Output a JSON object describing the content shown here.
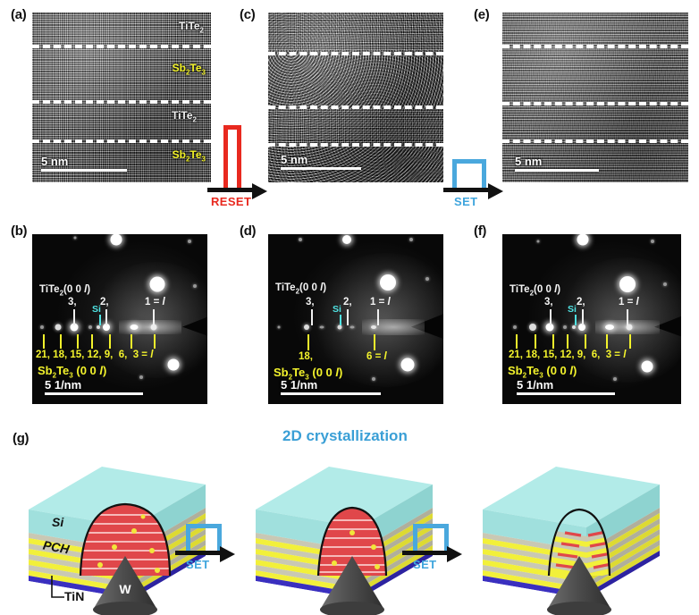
{
  "figure": {
    "panels": [
      "(a)",
      "(b)",
      "(c)",
      "(d)",
      "(e)",
      "(f)",
      "(g)"
    ],
    "title_2d": "2D crystallization"
  },
  "tem": {
    "a": {
      "letter": "(a)",
      "scale_text": "5 nm",
      "labels": [
        {
          "text": "TiTe₂",
          "color": "white"
        },
        {
          "text": "Sb₂Te₃",
          "color": "yellow"
        },
        {
          "text": "TiTe₂",
          "color": "white"
        },
        {
          "text": "Sb₂Te₃",
          "color": "yellow"
        }
      ]
    },
    "c": {
      "letter": "(c)",
      "scale_text": "5 nm",
      "labels": []
    },
    "e": {
      "letter": "(e)",
      "scale_text": "5 nm",
      "labels": []
    }
  },
  "diffraction": {
    "b": {
      "letter": "(b)",
      "titse_label": "TiTe₂(0 0 l)",
      "sbte_label": "Sb₂Te₃ (0 0 l)",
      "si_label": "Si",
      "scale_text": "5 1/nm",
      "upper_indices": [
        "3,",
        "2,",
        "1 = l"
      ],
      "lower_indices": [
        "21,",
        "18,",
        "15,",
        "12,",
        "9,",
        "6,",
        "3 = l"
      ]
    },
    "d": {
      "letter": "(d)",
      "titse_label": "TiTe₂(0 0 l)",
      "sbte_label": "Sb₂Te₃ (0 0 l)",
      "si_label": "Si",
      "scale_text": "5 1/nm",
      "upper_indices": [
        "3,",
        "2,",
        "1 = l"
      ],
      "lower_indices": [
        "18,",
        "6 = l"
      ]
    },
    "f": {
      "letter": "(f)",
      "titse_label": "TiTe₂(0 0 l)",
      "sbte_label": "Sb₂Te₃ (0 0 l)",
      "si_label": "Si",
      "scale_text": "5 1/nm",
      "upper_indices": [
        "3,",
        "2,",
        "1 = l"
      ],
      "lower_indices": [
        "21,",
        "18,",
        "15,",
        "12,",
        "9,",
        "6,",
        "3 = l"
      ]
    }
  },
  "transitions": {
    "reset": {
      "label": "RESET",
      "color": "#e8291f",
      "pulse": "narrow-tall"
    },
    "set_top": {
      "label": "SET",
      "color": "#3fa5dd",
      "pulse": "wide-short"
    },
    "set_g1": {
      "label": "SET",
      "color": "#3fa5dd",
      "pulse": "wide-short"
    },
    "set_g2": {
      "label": "SET",
      "color": "#3fa5dd",
      "pulse": "wide-short"
    }
  },
  "schematic": {
    "letter": "(g)",
    "labels": {
      "si": "Si",
      "pch": "PCH",
      "tin": "TiN",
      "w": "W"
    },
    "colors": {
      "si": "#a5e6e3",
      "si_side": "#7fd4d2",
      "pch_yellow": "#f2f03a",
      "pch_gray": "#b8b8a8",
      "tin": "#3a2fbf",
      "electrode": "#5a5a5a",
      "amorphous": "#e0474a",
      "dot": "#f2e63a"
    },
    "stages": [
      {
        "dome_state": "amorphous-wide"
      },
      {
        "dome_state": "amorphous-narrow"
      },
      {
        "dome_state": "crystallized"
      }
    ]
  }
}
